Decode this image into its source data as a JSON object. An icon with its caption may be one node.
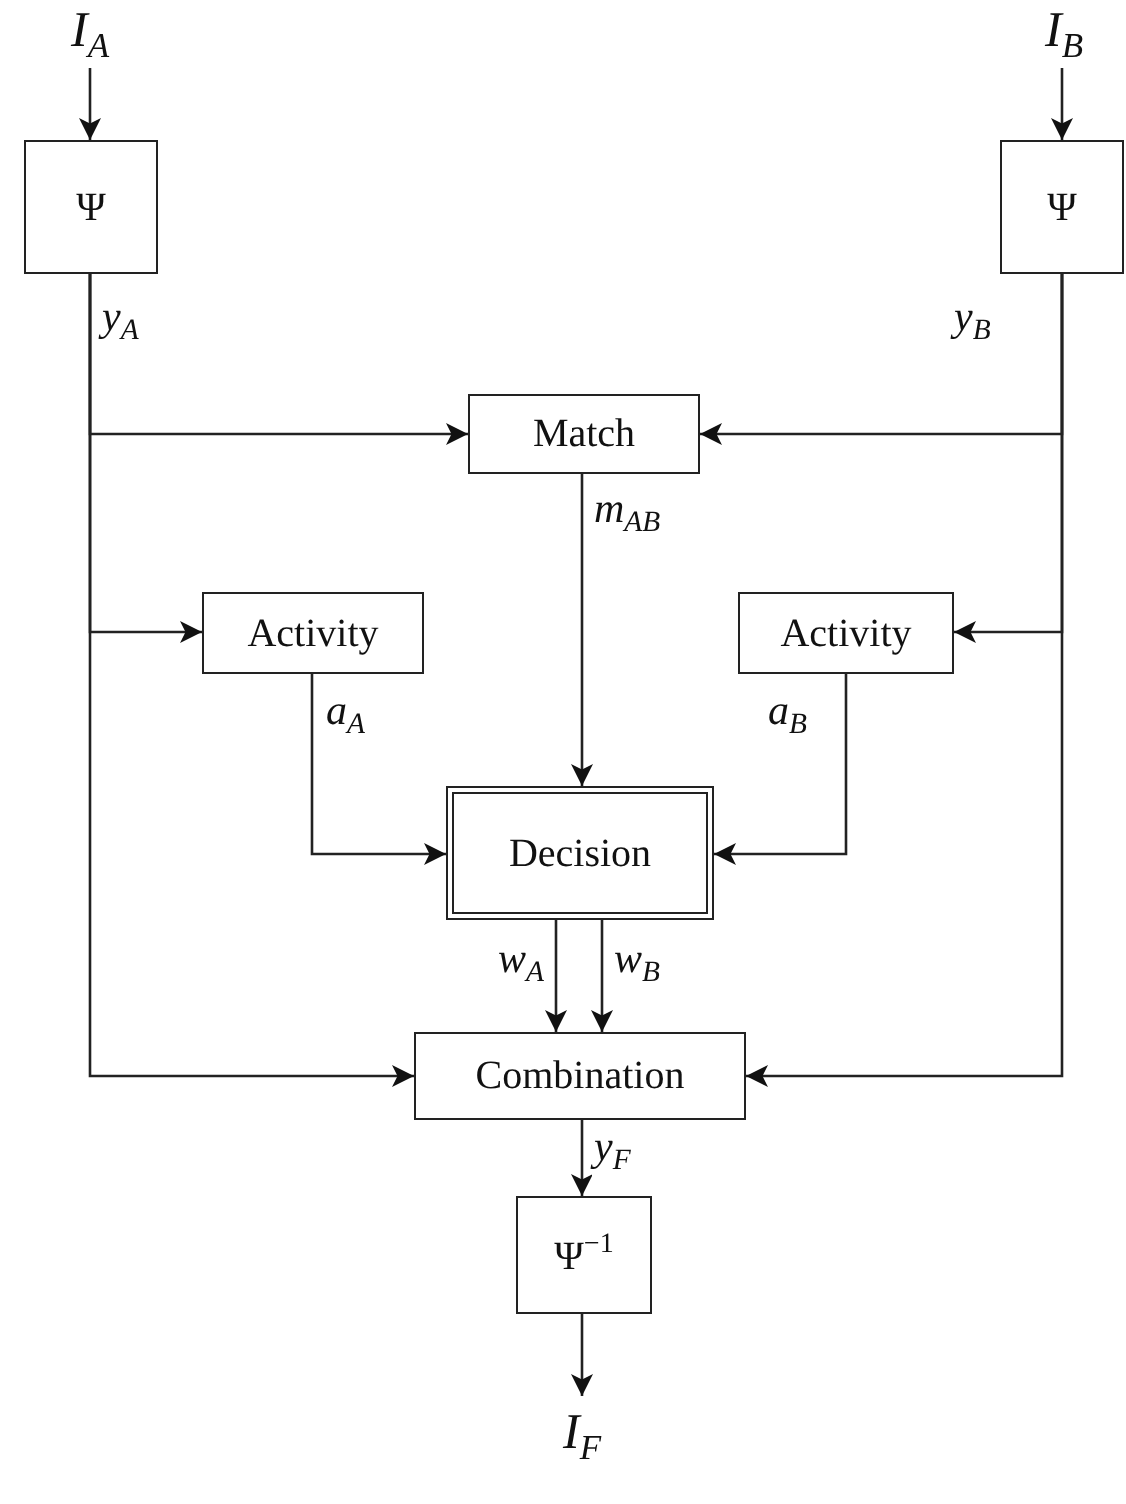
{
  "diagram": {
    "nodes": [
      {
        "text": [
          "I$_{A}$"
        ]
      },
      {
        "text": [
          "Ψ"
        ],
        "beside": [
          "y$_{A}$"
        ]
      },
      {
        "text": [
          "I$_{B}$"
        ]
      },
      {
        "text": [
          "Ψ"
        ],
        "beside": [
          "y$_{B}$"
        ]
      },
      {
        "text": [
          "Match"
        ]
      },
      {
        "text": [
          "Activity"
        ]
      },
      {
        "text": [
          "Activity"
        ]
      },
      {
        "text": [
          "Decision"
        ]
      },
      {
        "text": [
          "Combination"
        ]
      },
      {
        "text": [
          "Ψ$^{−1}$"
        ]
      },
      {
        "text": [
          "I$_{F}$"
        ]
      }
    ],
    "edges": [
      {
        "from": 0,
        "to": 1,
        "arrow": "to"
      },
      {
        "from": 1,
        "to": 4,
        "arrow": "to"
      },
      {
        "from": 1,
        "to": 5,
        "arrow": "to"
      },
      {
        "from": 1,
        "to": 8,
        "arrow": "to"
      },
      {
        "from": 2,
        "to": 3,
        "arrow": "to"
      },
      {
        "from": 3,
        "to": 4,
        "arrow": "to"
      },
      {
        "from": 3,
        "to": 6,
        "arrow": "to"
      },
      {
        "from": 3,
        "to": 8,
        "arrow": "to"
      },
      {
        "from": 4,
        "to": 7,
        "arrow": "to",
        "label": "m$_{AB}$"
      },
      {
        "from": 5,
        "to": 7,
        "arrow": "to",
        "label": "a$_{A}$"
      },
      {
        "from": 6,
        "to": 7,
        "arrow": "to",
        "label": "a$_{B}$"
      },
      {
        "from": 7,
        "to": 8,
        "arrow": "to",
        "label": "w$_{A}$"
      },
      {
        "from": 7,
        "to": 8,
        "arrow": "to",
        "label": "w$_{B}$"
      },
      {
        "from": 8,
        "to": 9,
        "arrow": "to",
        "label": "y$_{F}$"
      },
      {
        "from": 9,
        "to": 10,
        "arrow": "to"
      }
    ]
  }
}
